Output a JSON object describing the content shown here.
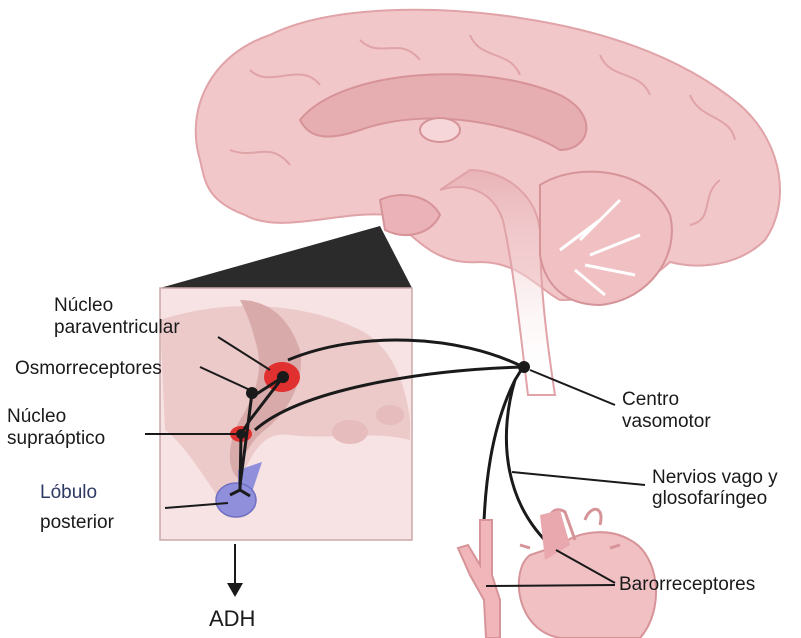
{
  "labels": {
    "paraventricular_1": "Núcleo",
    "paraventricular_2": "paraventricular",
    "osmoreceptors": "Osmorreceptores",
    "supraoptic_1": "Núcleo",
    "supraoptic_2": "supraóptico",
    "posterior_lobe_1": "Lóbulo",
    "posterior_lobe_2": "posterior",
    "vasomotor_1": "Centro",
    "vasomotor_2": "vasomotor",
    "nerves_1": "Nervios vago y",
    "nerves_2": "glosofaríngeo",
    "baroreceptors": "Barorreceptores",
    "adh": "ADH"
  },
  "colors": {
    "brain": "#f2c7c9",
    "brain_dark": "#e0a3a7",
    "inset_bg": "#f7e3e3",
    "nucleus": "#e0302f",
    "posterior_lobe": "#8f8fdc",
    "line": "#1a1a1a"
  }
}
